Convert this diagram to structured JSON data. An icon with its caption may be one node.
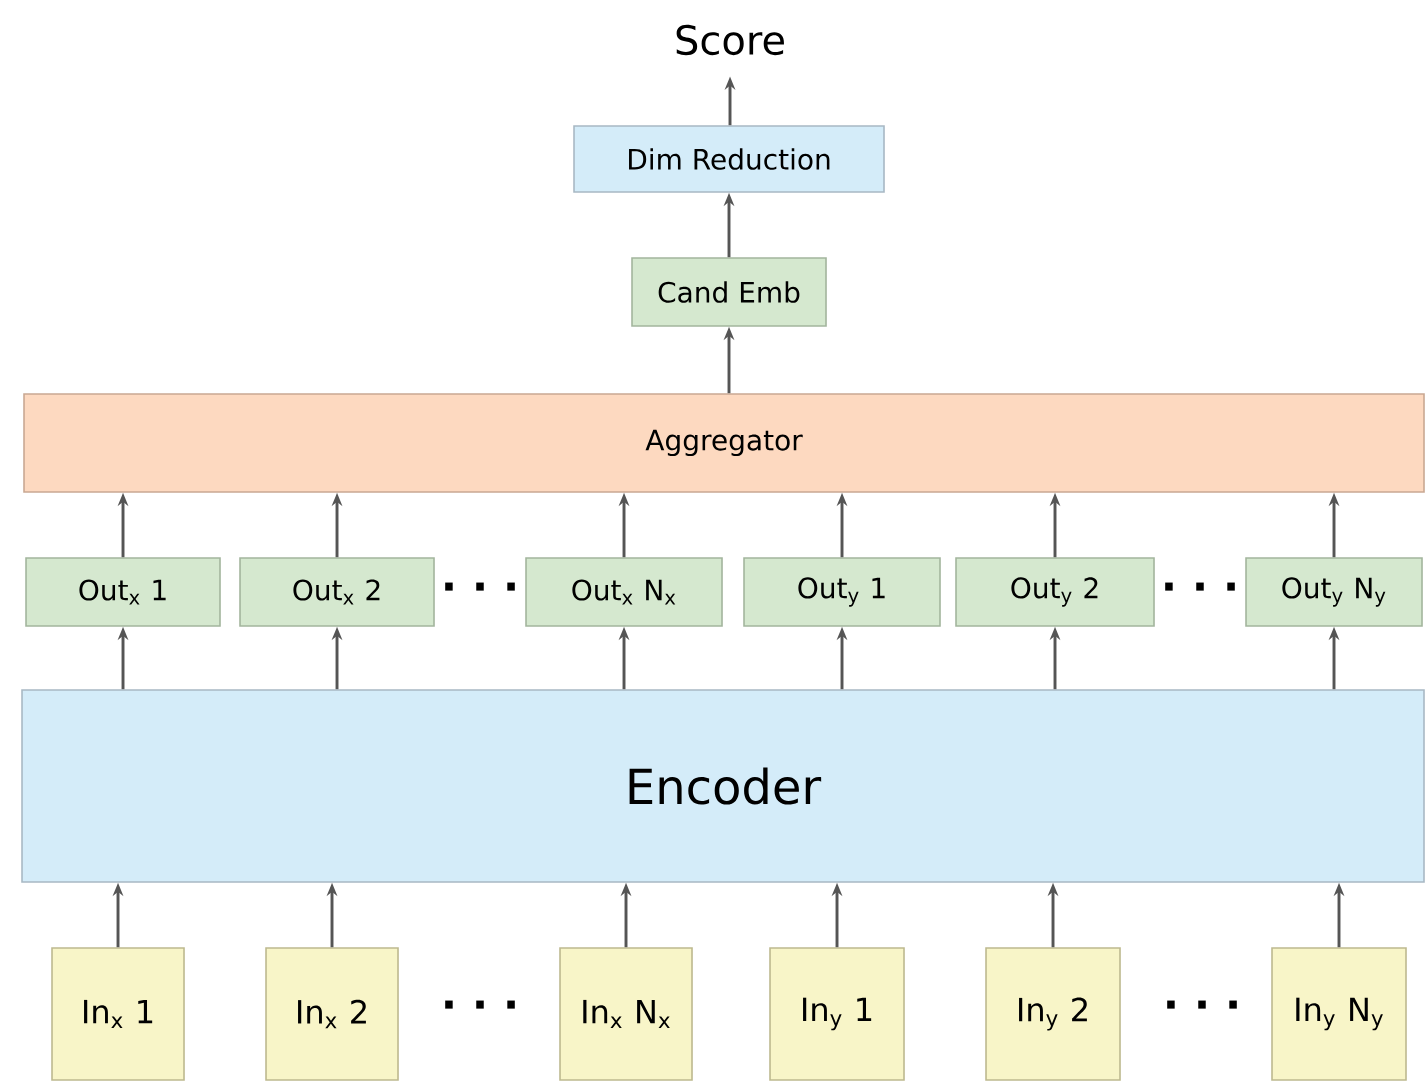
{
  "diagram": {
    "nodes": [
      {
        "text": [
          "Score"
        ]
      },
      {
        "text": [
          "Dim Reduction"
        ]
      },
      {
        "text": [
          "Cand Emb"
        ]
      },
      {
        "text": [
          "Aggregator"
        ]
      },
      {
        "text": [
          "Out$_{x}$ 1"
        ]
      },
      {
        "text": [
          "Out$_{x}$ 2"
        ]
      },
      {
        "text": [
          "Out$_{x}$ N$_{x}$"
        ]
      },
      {
        "text": [
          "Out$_{y}$ 1"
        ]
      },
      {
        "text": [
          "Out$_{y}$ 2"
        ]
      },
      {
        "text": [
          "Out$_{y}$ N$_{y}$"
        ]
      },
      {
        "text": [
          "Encoder"
        ]
      },
      {
        "text": [
          "In$_{x}$ 1"
        ]
      },
      {
        "text": [
          "In$_{x}$ 2"
        ]
      },
      {
        "text": [
          "In$_{x}$ N$_{x}$"
        ]
      },
      {
        "text": [
          "In$_{y}$ 1"
        ]
      },
      {
        "text": [
          "In$_{y}$ 2"
        ]
      },
      {
        "text": [
          "In$_{y}$ N$_{y}$"
        ]
      }
    ],
    "edges": [
      {
        "from": 1,
        "to": 0,
        "arrow": "to"
      },
      {
        "from": 2,
        "to": 1,
        "arrow": "to"
      },
      {
        "from": 3,
        "to": 2,
        "arrow": "to"
      },
      {
        "from": 4,
        "to": 3,
        "arrow": "to"
      },
      {
        "from": 5,
        "to": 3,
        "arrow": "to"
      },
      {
        "from": 6,
        "to": 3,
        "arrow": "to"
      },
      {
        "from": 7,
        "to": 3,
        "arrow": "to"
      },
      {
        "from": 8,
        "to": 3,
        "arrow": "to"
      },
      {
        "from": 9,
        "to": 3,
        "arrow": "to"
      },
      {
        "from": 10,
        "to": 4,
        "arrow": "to"
      },
      {
        "from": 10,
        "to": 5,
        "arrow": "to"
      },
      {
        "from": 10,
        "to": 6,
        "arrow": "to"
      },
      {
        "from": 10,
        "to": 7,
        "arrow": "to"
      },
      {
        "from": 10,
        "to": 8,
        "arrow": "to"
      },
      {
        "from": 10,
        "to": 9,
        "arrow": "to"
      },
      {
        "from": 11,
        "to": 10,
        "arrow": "to"
      },
      {
        "from": 12,
        "to": 10,
        "arrow": "to"
      },
      {
        "from": 13,
        "to": 10,
        "arrow": "to"
      },
      {
        "from": 14,
        "to": 10,
        "arrow": "to"
      },
      {
        "from": 15,
        "to": 10,
        "arrow": "to"
      },
      {
        "from": 16,
        "to": 10,
        "arrow": "to"
      }
    ],
    "labels": [
      "· · ·",
      "· · ·",
      "· · ·",
      "· · ·"
    ]
  }
}
